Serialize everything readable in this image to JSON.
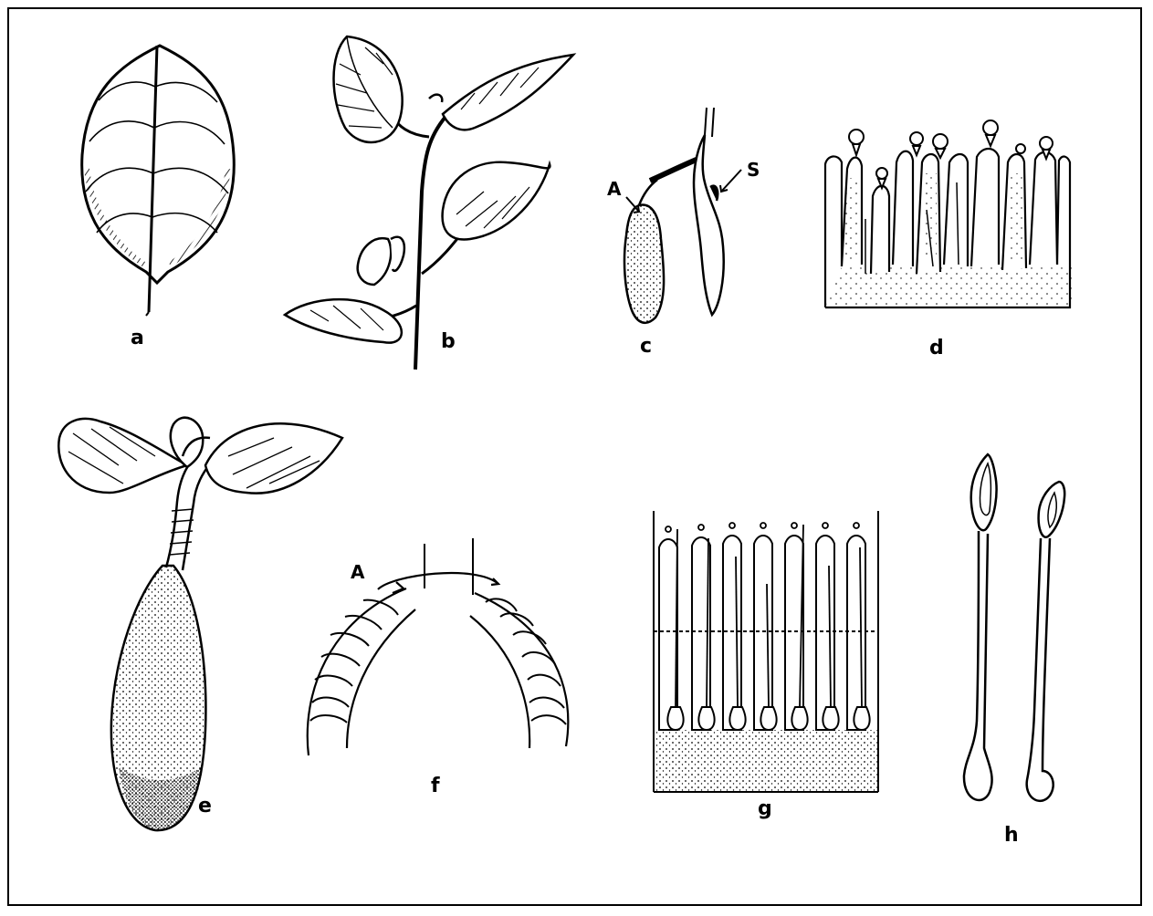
{
  "panels": {
    "a": {
      "label": "a"
    },
    "b": {
      "label": "b"
    },
    "c": {
      "label": "c",
      "callout_a": "A",
      "callout_s": "S"
    },
    "d": {
      "label": "d"
    },
    "e": {
      "label": "e"
    },
    "f": {
      "label": "f",
      "callout_a": "A"
    },
    "g": {
      "label": "g"
    },
    "h": {
      "label": "h"
    }
  }
}
